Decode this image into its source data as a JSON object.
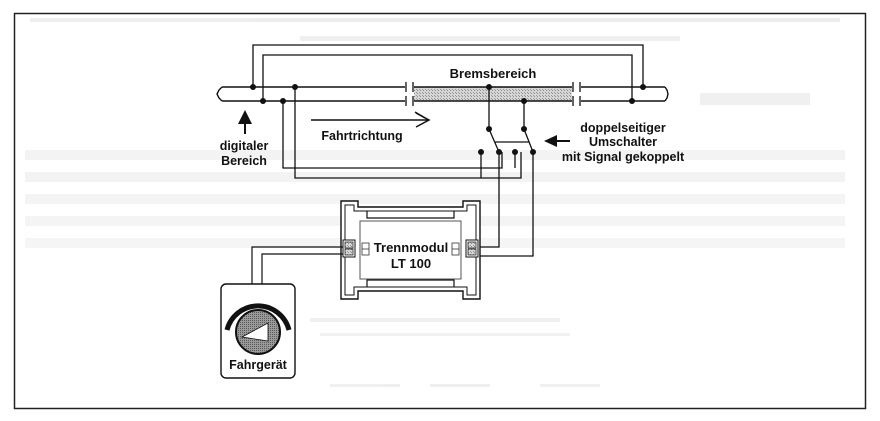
{
  "diagram": {
    "type": "wiring-diagram",
    "labels": {
      "braking_section": "Bremsbereich",
      "digital_section_line1": "digitaler",
      "digital_section_line2": "Bereich",
      "direction": "Fahrtrichtung",
      "switch_line1": "doppelseitiger",
      "switch_line2": "Umschalter",
      "switch_line3": "mit Signal gekoppelt",
      "module_line1": "Trennmodul",
      "module_line2": "LT 100",
      "controller": "Fahrgerät"
    },
    "colors": {
      "line": "#111111",
      "braking_fill": "#c8c8c8",
      "knob_fill": "#8a8a8a",
      "ghost_text": "#d4d4d4",
      "background": "#ffffff"
    }
  }
}
